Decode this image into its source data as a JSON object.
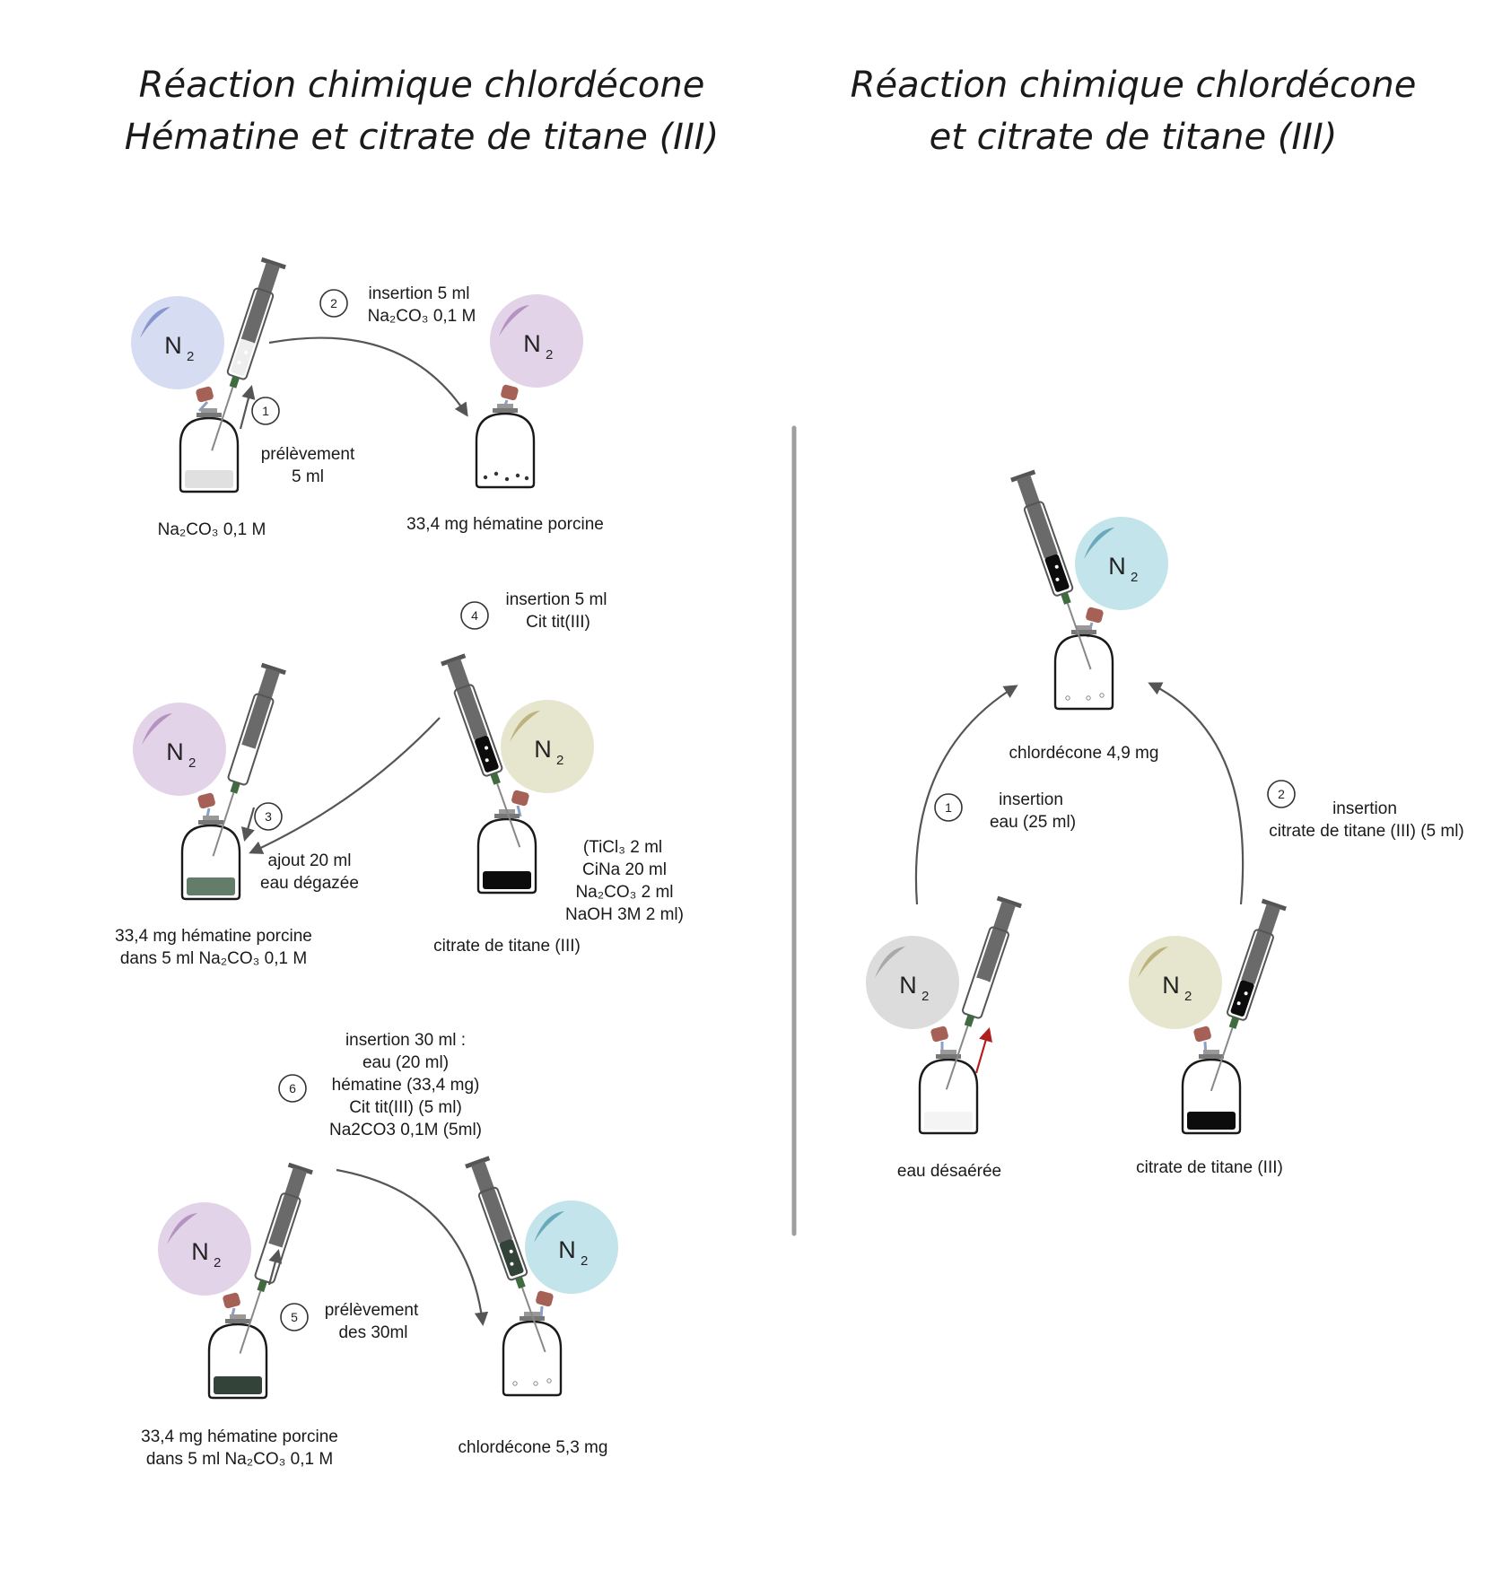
{
  "titles": {
    "left": [
      "Réaction chimique chlordécone",
      "Hématine et citrate de titane (III)"
    ],
    "right": [
      "Réaction chimique chlordécone",
      "et citrate de titane (III)"
    ]
  },
  "colors": {
    "blue": "#d6dcf2",
    "blue_hl": "#8796d1",
    "lilac": "#e3d3e8",
    "lilac_hl": "#b493c1",
    "olive": "#e6e5cd",
    "olive_hl": "#bcb37f",
    "cyan": "#c3e4ea",
    "cyan_hl": "#6aa9bb",
    "grey": "#dcdcdc",
    "grey_hl": "#a9a9a9",
    "stopper": "#a66156",
    "liquid_grey": "#e0e0e0",
    "liquid_green": "#647c6a",
    "liquid_black": "#0c0c0c",
    "liquid_darkgreen": "#34433a",
    "red_arrow": "#b01e1e"
  },
  "balloon_label": "N",
  "balloon_sub": "2",
  "steps": [
    {
      "num": "1",
      "lines": [
        "prélèvement",
        "5 ml"
      ]
    },
    {
      "num": "2",
      "lines": [
        "insertion 5 ml",
        "Na₂CO₃ 0,1 M"
      ]
    },
    {
      "num": "3",
      "lines": [
        "ajout 20 ml",
        "eau dégazée"
      ]
    },
    {
      "num": "4",
      "lines": [
        "insertion 5 ml",
        "Cit tit(III)"
      ]
    },
    {
      "num": "5",
      "lines": [
        "prélèvement",
        "des 30ml"
      ]
    },
    {
      "num": "6",
      "lines": [
        "insertion 30 ml :",
        "eau (20 ml)",
        "hématine (33,4 mg)",
        "Cit tit(III) (5 ml)",
        "Na2CO3 0,1M (5ml)"
      ]
    },
    {
      "num": "1",
      "lines": [
        "insertion",
        "eau (25 ml)"
      ]
    },
    {
      "num": "2",
      "lines": [
        "insertion",
        "citrate de titane (III) (5 ml)"
      ]
    }
  ],
  "vessel_labels": {
    "na2co3": [
      "Na₂CO₃  0,1 M"
    ],
    "hematine": [
      "33,4 mg hématine porcine"
    ],
    "hematine_sol_a": [
      "33,4 mg hématine porcine",
      "dans 5 ml Na₂CO₃  0,1 M"
    ],
    "citrate": [
      "citrate de titane (III)"
    ],
    "citrate_recipe": [
      "(TiCl₃ 2 ml",
      "CiNa 20 ml",
      "Na₂CO₃ 2 ml",
      "NaOH 3M 2 ml)"
    ],
    "hematine_sol_b": [
      "33,4 mg hématine porcine",
      "dans 5 ml Na₂CO₃  0,1 M"
    ],
    "chlordecone_left": [
      "chlordécone 5,3 mg"
    ],
    "chlordecone_right": [
      "chlordécone 4,9 mg"
    ],
    "eau": [
      "eau désaérée"
    ],
    "citrate_right": [
      "citrate de titane (III)"
    ]
  }
}
